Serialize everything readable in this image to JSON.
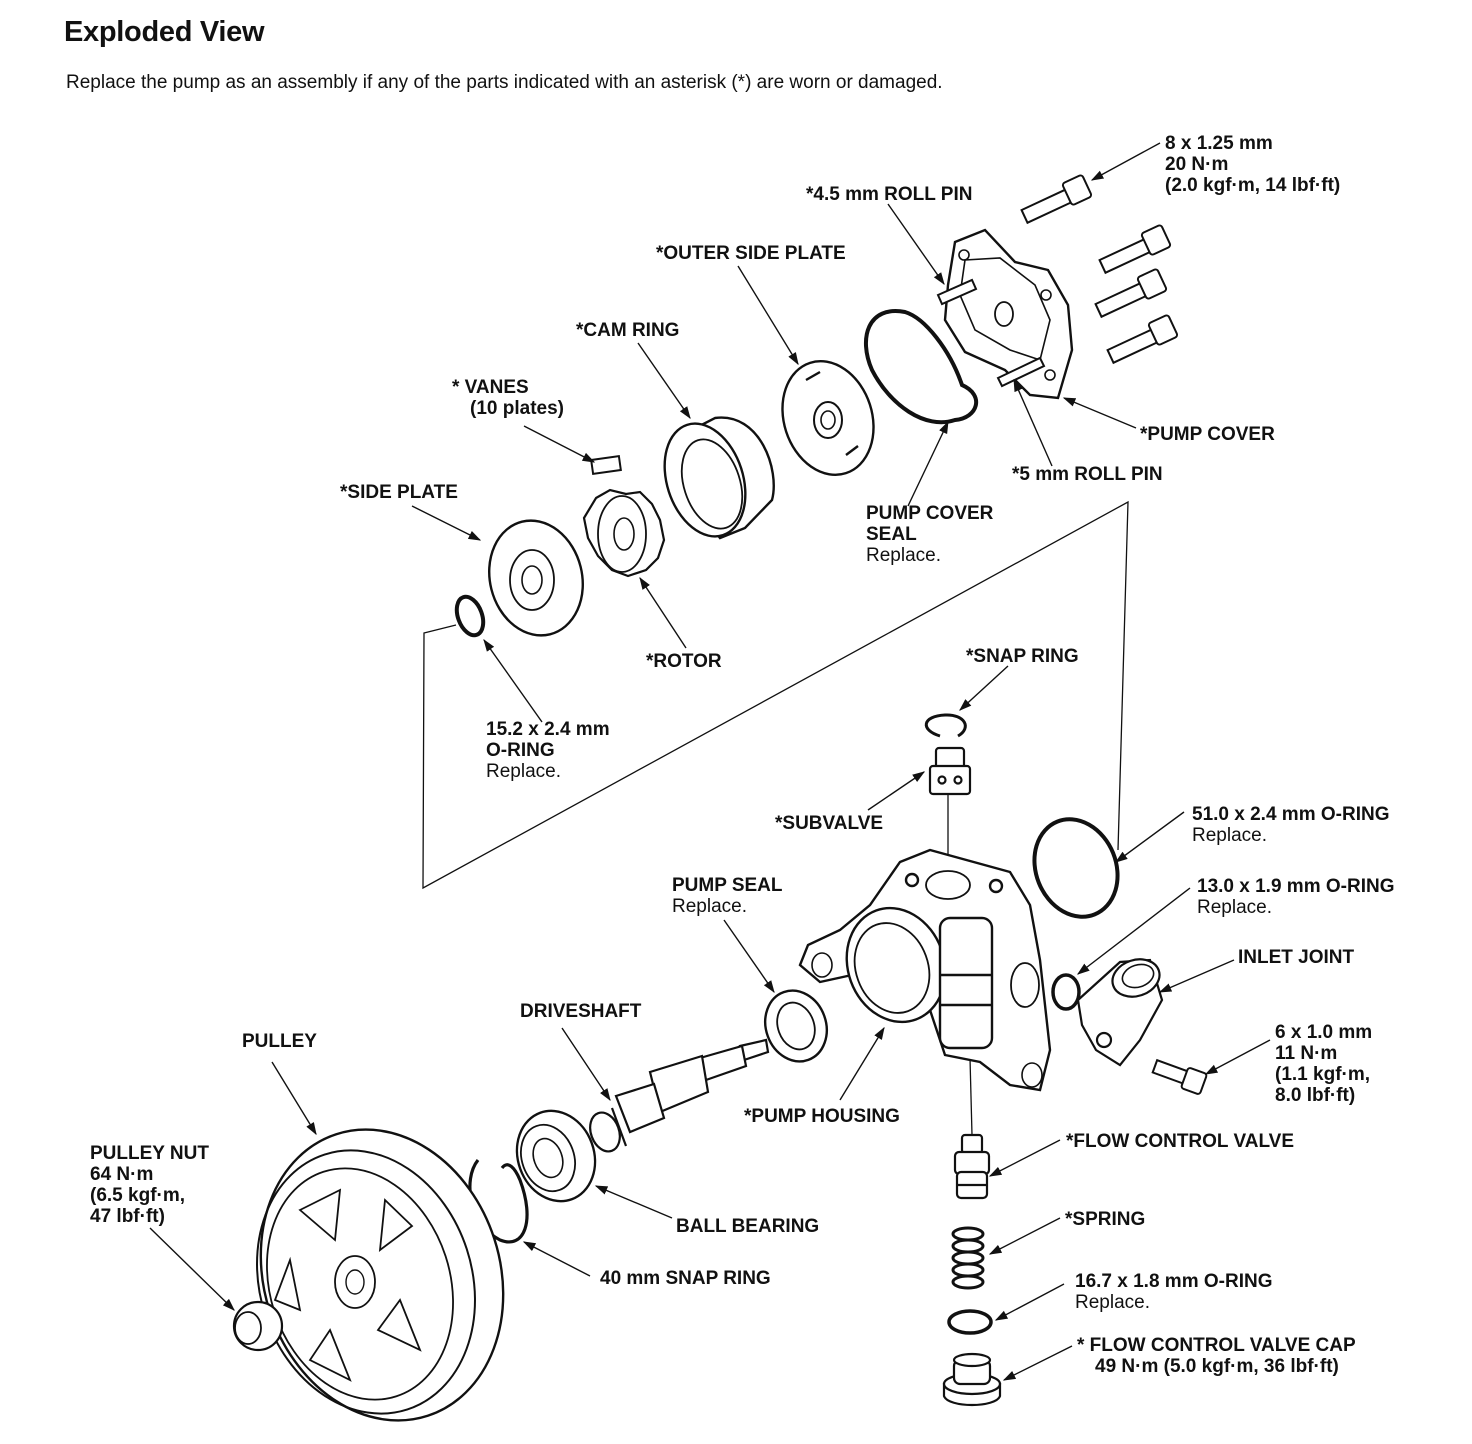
{
  "title": "Exploded View",
  "intro": "Replace the pump as an assembly if any of the parts indicated with an asterisk (*) are worn or damaged.",
  "labels": {
    "cover_bolt": {
      "line1": "8 x 1.25 mm",
      "line2": "20 N·m",
      "line3": "(2.0 kgf·m, 14 lbf·ft)"
    },
    "roll_pin_45": "*4.5 mm ROLL PIN",
    "outer_side_plate": "*OUTER SIDE PLATE",
    "cam_ring": "*CAM RING",
    "vanes": {
      "line1": "* VANES",
      "line2": "(10 plates)"
    },
    "side_plate": "*SIDE PLATE",
    "pump_cover": "*PUMP COVER",
    "roll_pin_5": "*5 mm ROLL PIN",
    "pump_cover_seal": {
      "line1": "PUMP COVER",
      "line2": "SEAL",
      "note": "Replace."
    },
    "rotor": "*ROTOR",
    "snap_ring": "*SNAP RING",
    "oring_152": {
      "line1": "15.2 x 2.4 mm",
      "line2": "O-RING",
      "note": "Replace."
    },
    "subvalve": "*SUBVALVE",
    "oring_510": {
      "line1": "51.0 x 2.4 mm O-RING",
      "note": "Replace."
    },
    "oring_130": {
      "line1": "13.0 x 1.9 mm O-RING",
      "note": "Replace."
    },
    "pump_seal": {
      "line1": "PUMP SEAL",
      "note": "Replace."
    },
    "inlet_joint": "INLET JOINT",
    "driveshaft": "DRIVESHAFT",
    "pulley": "PULLEY",
    "inlet_bolt": {
      "line1": "6 x 1.0 mm",
      "line2": "11 N·m",
      "line3": "(1.1 kgf·m,",
      "line4": "8.0 lbf·ft)"
    },
    "pump_housing": "*PUMP HOUSING",
    "pulley_nut": {
      "line1": "PULLEY NUT",
      "line2": "64 N·m",
      "line3": "(6.5 kgf·m,",
      "line4": "47 lbf·ft)"
    },
    "flow_control_valve": "*FLOW CONTROL VALVE",
    "ball_bearing": "BALL BEARING",
    "spring": "*SPRING",
    "snap_ring_40": "40 mm SNAP RING",
    "oring_167": {
      "line1": "16.7 x 1.8 mm O-RING",
      "note": "Replace."
    },
    "fcv_cap": {
      "line1": "* FLOW CONTROL VALVE CAP",
      "line2": "49 N·m (5.0 kgf·m, 36 lbf·ft)"
    }
  }
}
